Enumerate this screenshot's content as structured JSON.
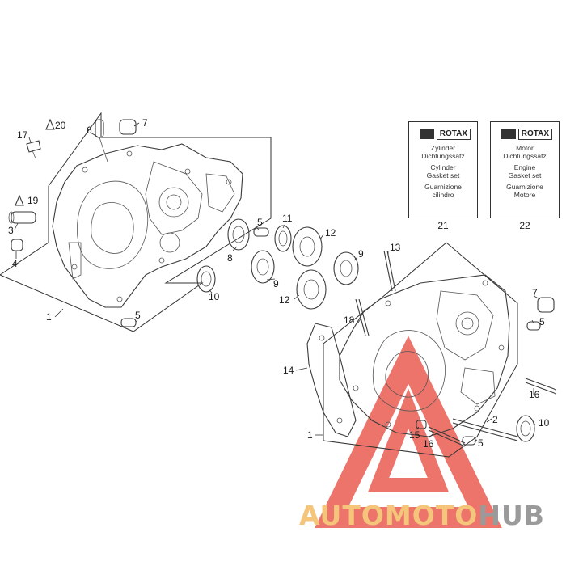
{
  "diagram": {
    "callouts": {
      "c1a": "1",
      "c1b": "1",
      "c2": "2",
      "c3": "3",
      "c4": "4",
      "c5a": "5",
      "c5b": "5",
      "c5c": "5",
      "c5d": "5",
      "c6": "6",
      "c7a": "7",
      "c7b": "7",
      "c8": "8",
      "c9a": "9",
      "c9b": "9",
      "c10a": "10",
      "c10b": "10",
      "c11": "11",
      "c12a": "12",
      "c12b": "12",
      "c13": "13",
      "c14": "14",
      "c15": "15",
      "c16a": "16",
      "c16b": "16",
      "c17": "17",
      "c18": "18",
      "c19": "19",
      "c20": "20"
    },
    "kits": [
      {
        "number": "21",
        "brand": "ROTAX",
        "line1": "Zylinder",
        "line2": "Dichtungssatz",
        "line3": "Cylinder",
        "line4": "Gasket set",
        "line5": "Guarnizione",
        "line6": "cilindro"
      },
      {
        "number": "22",
        "brand": "ROTAX",
        "line1": "Motor",
        "line2": "Dichtungssatz",
        "line3": "Engine",
        "line4": "Gasket set",
        "line5": "Guarnizione",
        "line6": "Motore"
      }
    ]
  },
  "watermark": {
    "part_a": "AUTO",
    "part_b": "MOTO",
    "part_c": "HUB"
  },
  "colors": {
    "watermark_red": "#e8463a",
    "watermark_orange": "#f4c57a",
    "watermark_gray": "#9a9a9a",
    "line": "#333333"
  }
}
